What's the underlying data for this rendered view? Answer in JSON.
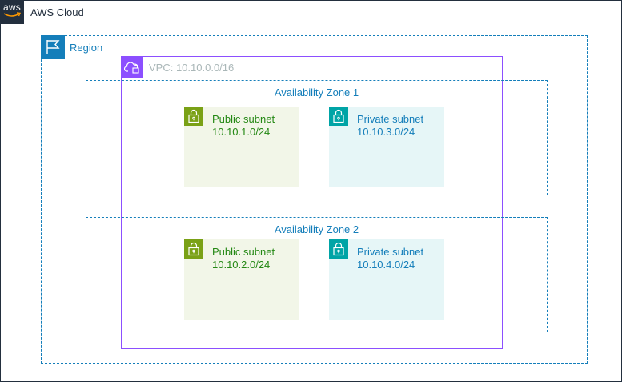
{
  "cloud": {
    "title": "AWS Cloud",
    "logo_text": "aws",
    "icon": "aws-logo-icon",
    "border_color": "#232f3e"
  },
  "region": {
    "title": "Region",
    "icon": "flag-icon",
    "color": "#147eba"
  },
  "vpc": {
    "title": "VPC: 10.10.0.0/16",
    "icon": "vpc-cloud-lock-icon",
    "color": "#8c4fff"
  },
  "availability_zones": [
    {
      "title": "Availability Zone 1",
      "subnets": [
        {
          "name": "Public subnet",
          "cidr": "10.10.1.0/24",
          "type": "public",
          "icon": "lock-icon",
          "color": "#7aa116"
        },
        {
          "name": "Private subnet",
          "cidr": "10.10.3.0/24",
          "type": "private",
          "icon": "lock-icon",
          "color": "#00a4a6"
        }
      ]
    },
    {
      "title": "Availability Zone 2",
      "subnets": [
        {
          "name": "Public subnet",
          "cidr": "10.10.2.0/24",
          "type": "public",
          "icon": "lock-icon",
          "color": "#7aa116"
        },
        {
          "name": "Private subnet",
          "cidr": "10.10.4.0/24",
          "type": "private",
          "icon": "lock-icon",
          "color": "#00a4a6"
        }
      ]
    }
  ]
}
